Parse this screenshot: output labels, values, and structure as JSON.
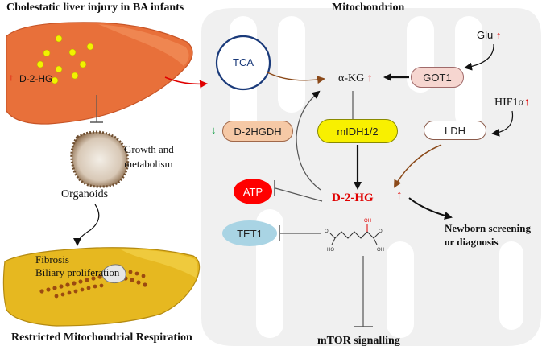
{
  "titles": {
    "left": "Cholestatic liver injury in BA infants",
    "mito": "Mitochondrion",
    "bottom_left": "Restricted Mitochondrial Respiration",
    "bottom_right": "mTOR signalling"
  },
  "liver_top": {
    "label": "D-2-HG",
    "arrow": "↑"
  },
  "organoid": {
    "caption": "Organoids",
    "side_line1": "Growth and",
    "side_line2": "metabolism"
  },
  "liver_bottom": {
    "line1": "Fibrosis",
    "line2": "Biliary  proliferation"
  },
  "nodes": {
    "tca": "TCA",
    "akg": "α-KG",
    "got1": "GOT1",
    "glu": "Glu",
    "hif": "HIF1α",
    "ldh": "LDH",
    "d2hgdh": "D-2HGDH",
    "midh": "mIDH1/2",
    "atp": "ATP",
    "tet1": "TET1",
    "d2hg_center": "D-2-HG"
  },
  "arrows": {
    "up": "↑",
    "down": "↓"
  },
  "newborn": {
    "line1": "Newborn screening",
    "line2": "or diagnosis"
  },
  "colors": {
    "liver": "#e8703a",
    "liver_dark": "#c75426",
    "fat_spot": "#f2f200",
    "bile_liver": "#e6b820",
    "tca_ring": "#1a3a7a",
    "got1_fill": "#f6d6d0",
    "d2hgdh_fill": "#f6c9a6",
    "midh_fill": "#f8f000",
    "atp_fill": "#ff0000",
    "tet1_fill": "#a9d4e4",
    "brown_arrow": "#8b4a1a",
    "red": "#e00000",
    "green": "#1aa04a"
  }
}
